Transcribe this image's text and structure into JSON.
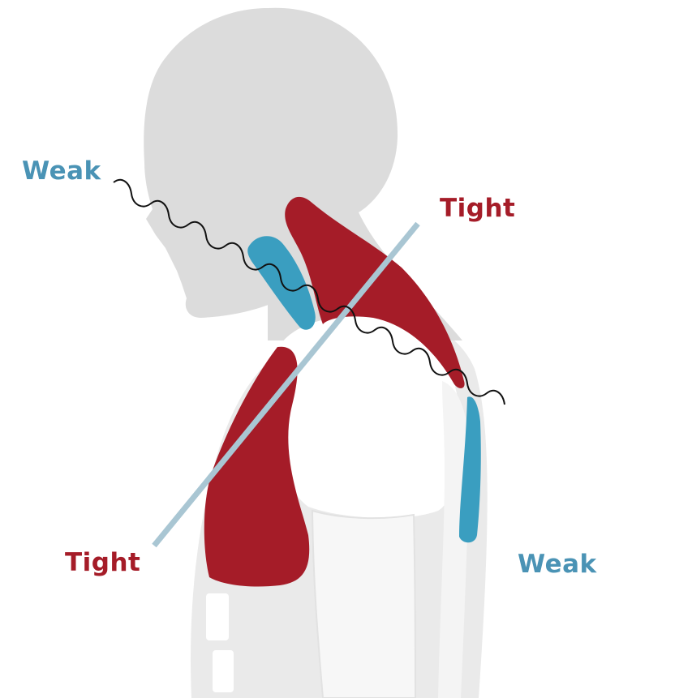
{
  "colors": {
    "body": "#dcdcdc",
    "torso": "#eaeaea",
    "bone": "#ffffff",
    "tight": "#a51c28",
    "weak": "#3a9ec0",
    "weak_label": "#4a93b5",
    "tight_line": "#a9c6d3",
    "weak_line": "#111111"
  },
  "labels": {
    "weak_top": "Weak",
    "tight_top": "Tight",
    "tight_bottom": "Tight",
    "weak_bottom": "Weak"
  }
}
